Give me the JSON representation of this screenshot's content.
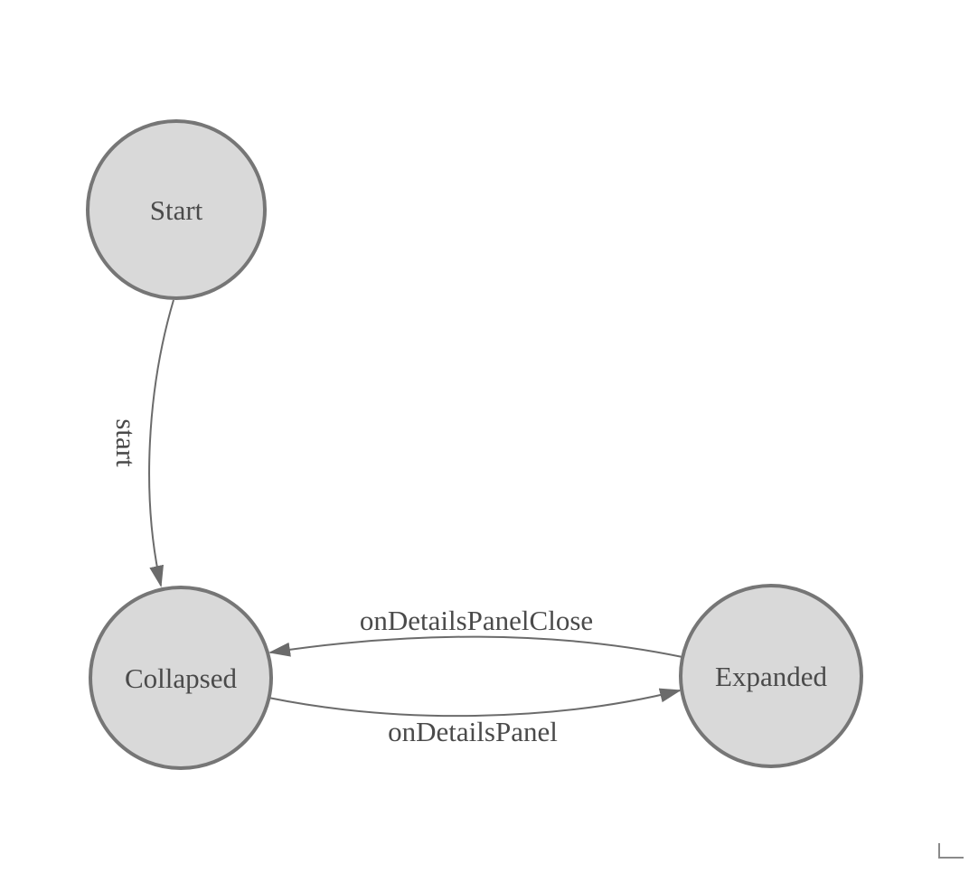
{
  "diagram": {
    "type": "state-machine",
    "colors": {
      "background": "#ffffff",
      "node_fill": "#d9d9d9",
      "node_stroke": "#767676",
      "edge": "#6b6b6b",
      "text": "#4a4a4a"
    },
    "nodes": [
      {
        "id": "start",
        "label": "Start"
      },
      {
        "id": "collapsed",
        "label": "Collapsed"
      },
      {
        "id": "expanded",
        "label": "Expanded"
      }
    ],
    "edges": [
      {
        "from": "start",
        "to": "collapsed",
        "label": "start"
      },
      {
        "from": "expanded",
        "to": "collapsed",
        "label": "onDetailsPanelClose"
      },
      {
        "from": "collapsed",
        "to": "expanded",
        "label": "onDetailsPanel"
      }
    ]
  }
}
